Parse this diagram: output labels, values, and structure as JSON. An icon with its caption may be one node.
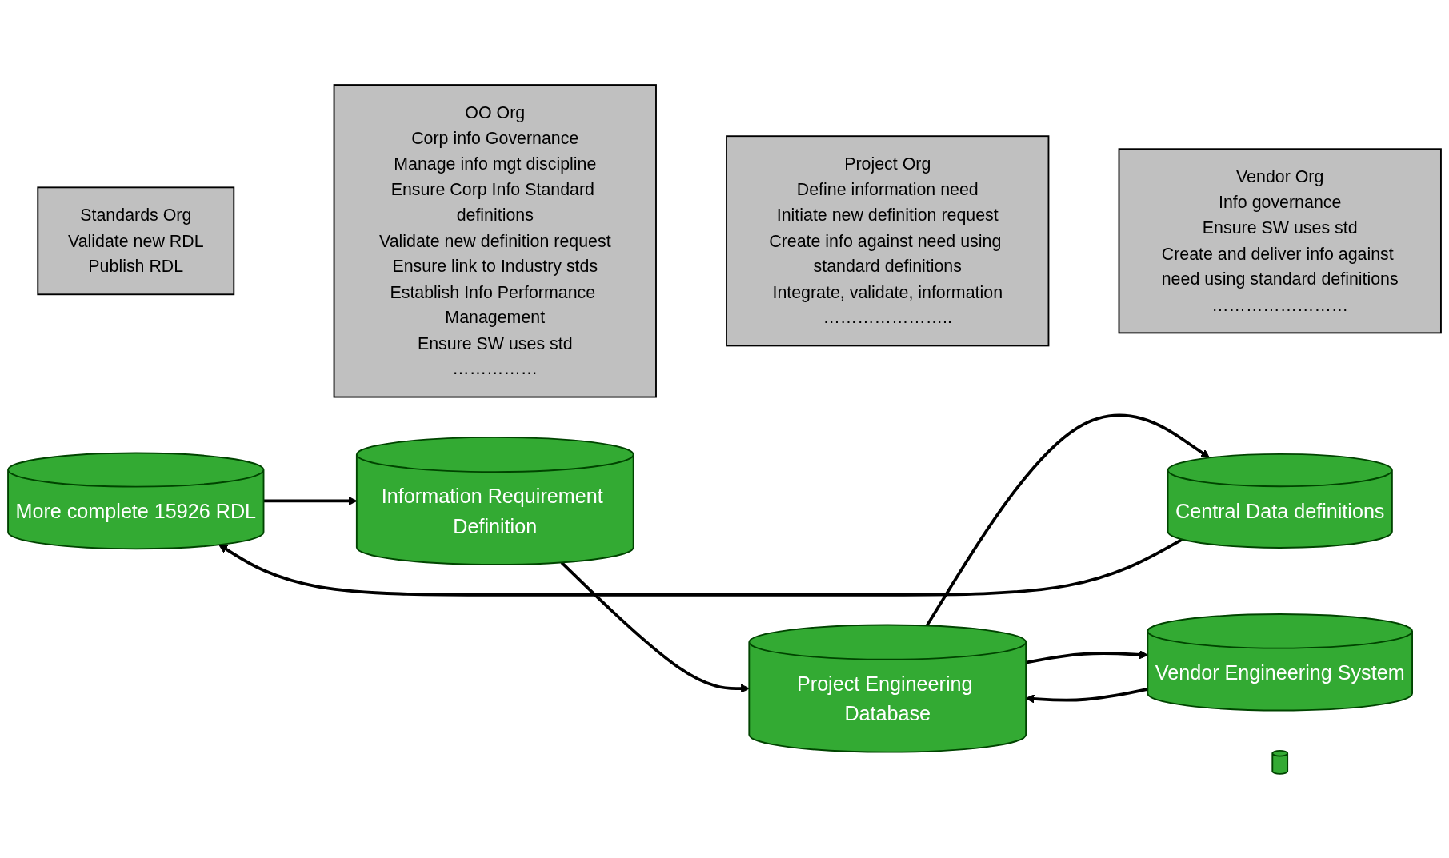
{
  "diagram": {
    "nodes": [
      {
        "text": [
          "Standards Org",
          "Validate new RDL",
          "Publish RDL"
        ]
      },
      {
        "text": [
          "OO Org",
          "Corp info Governance",
          "Manage info mgt discipline",
          "Ensure Corp Info Standard definitions",
          "Validate new definition request",
          "Ensure link to Industry stds",
          "Establish Info Performance Management",
          "Ensure SW uses std",
          "……………"
        ]
      },
      {
        "text": [
          "Project Org",
          "Define information need",
          "Initiate new definition request",
          "Create info against need using standard definitions",
          "Integrate, validate, information",
          "………………….."
        ]
      },
      {
        "text": [
          "Vendor Org",
          "Info governance",
          "Ensure SW uses std",
          "Create and deliver info against need using standard definitions",
          "……………………"
        ]
      },
      {
        "text": [
          "More complete 15926 RDL"
        ]
      },
      {
        "text": [
          "Information Requirement Definition"
        ]
      },
      {
        "text": [
          "Central Data definitions"
        ]
      },
      {
        "text": [
          "Project Engineering Database"
        ]
      },
      {
        "text": [],
        "shape": "cylinder"
      },
      {
        "text": [
          "Vendor Engineering System"
        ]
      }
    ],
    "edges": [
      {
        "from": 4,
        "to": 5,
        "arrow": "to"
      },
      {
        "from": 6,
        "to": 4,
        "arrow": "to"
      },
      {
        "from": 5,
        "to": 7,
        "arrow": "to"
      },
      {
        "from": 7,
        "to": 6,
        "arrow": "to"
      },
      {
        "from": 7,
        "to": 9,
        "arrow": "to"
      },
      {
        "from": 9,
        "to": 7,
        "arrow": "to"
      }
    ]
  }
}
